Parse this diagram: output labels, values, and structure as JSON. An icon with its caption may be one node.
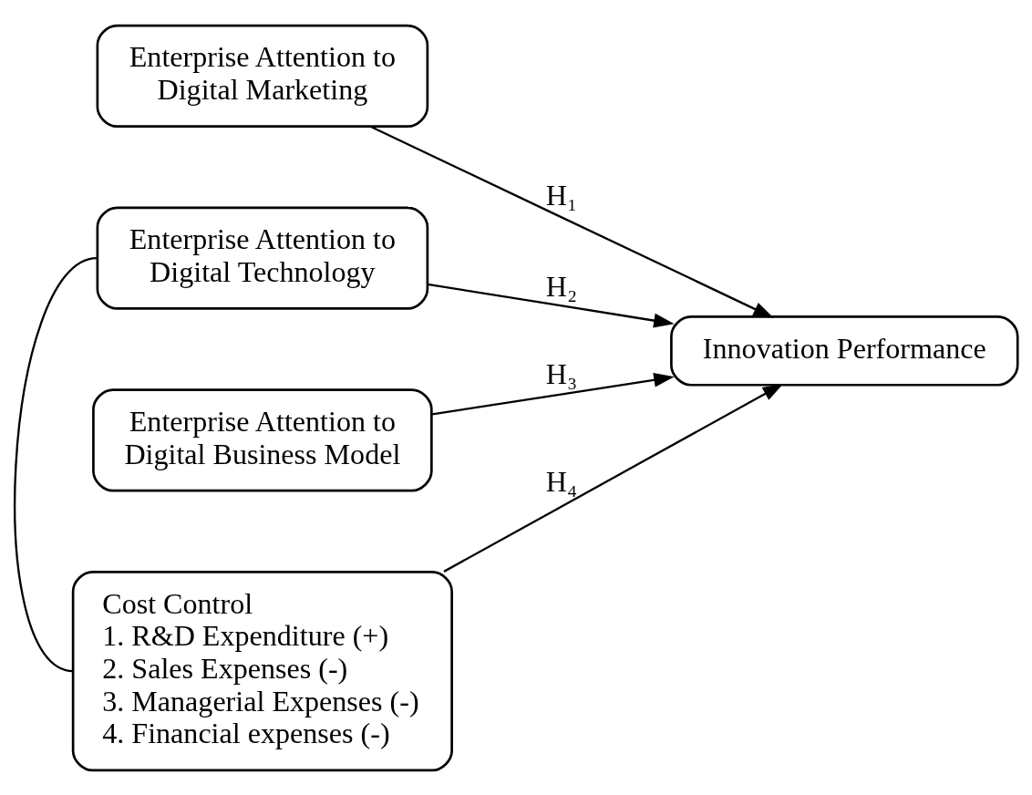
{
  "diagram": {
    "nodes": [
      {
        "text": [
          "Enterprise Attention to Digital Marketing"
        ]
      },
      {
        "text": [
          "Enterprise Attention to Digital Technology"
        ]
      },
      {
        "text": [
          "Enterprise Attention to Digital Business Model"
        ]
      },
      {
        "text": [
          "Cost Control",
          "1. R&D Expenditure (+)",
          "2. Sales Expenses (-)",
          "3. Managerial Expenses (-)",
          "4. Financial expenses (-)"
        ]
      },
      {
        "text": [
          "Innovation Performance"
        ]
      }
    ],
    "edges": [
      {
        "from": 0,
        "to": 4,
        "arrow": "to",
        "label": "H₁"
      },
      {
        "from": 1,
        "to": 4,
        "arrow": "to",
        "label": "H₂"
      },
      {
        "from": 2,
        "to": 4,
        "arrow": "to",
        "label": "H₃"
      },
      {
        "from": 3,
        "to": 4,
        "arrow": "to",
        "label": "H₄"
      },
      {
        "from": 1,
        "to": 3,
        "arrow": "none"
      }
    ]
  }
}
